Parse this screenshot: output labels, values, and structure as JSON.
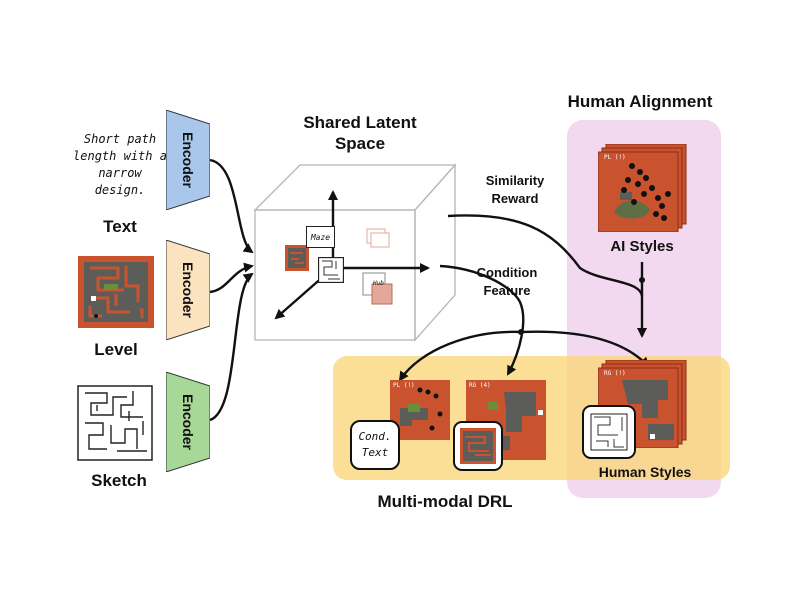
{
  "text_input": "Short path length with a narrow design.",
  "inputs": {
    "text_label": "Text",
    "level_label": "Level",
    "sketch_label": "Sketch"
  },
  "encoder_label": "Encoder",
  "latent_title": "Shared Latent Space",
  "cube_tags": {
    "maze": "Maze",
    "hub": "Hub"
  },
  "similarity_reward": "Similarity Reward",
  "condition_feature": "Condition Feature",
  "human_alignment_title": "Human Alignment",
  "ai_styles_label": "AI Styles",
  "human_styles_label": "Human Styles",
  "multimodal_label": "Multi-modal DRL",
  "cond_text": "Cond. Text",
  "card_codes": {
    "ai": "PL (!)",
    "drl1": "PL (!)",
    "drl2": "RG (4)",
    "human": "RG (!)"
  },
  "colors": {
    "encoder_text": "#a9c7ea",
    "encoder_level": "#fbe3c0",
    "encoder_sketch": "#a8d898",
    "level_red": "#c9532e",
    "human_region": "#f2d9ef",
    "drl_region": "#f9d67a"
  }
}
